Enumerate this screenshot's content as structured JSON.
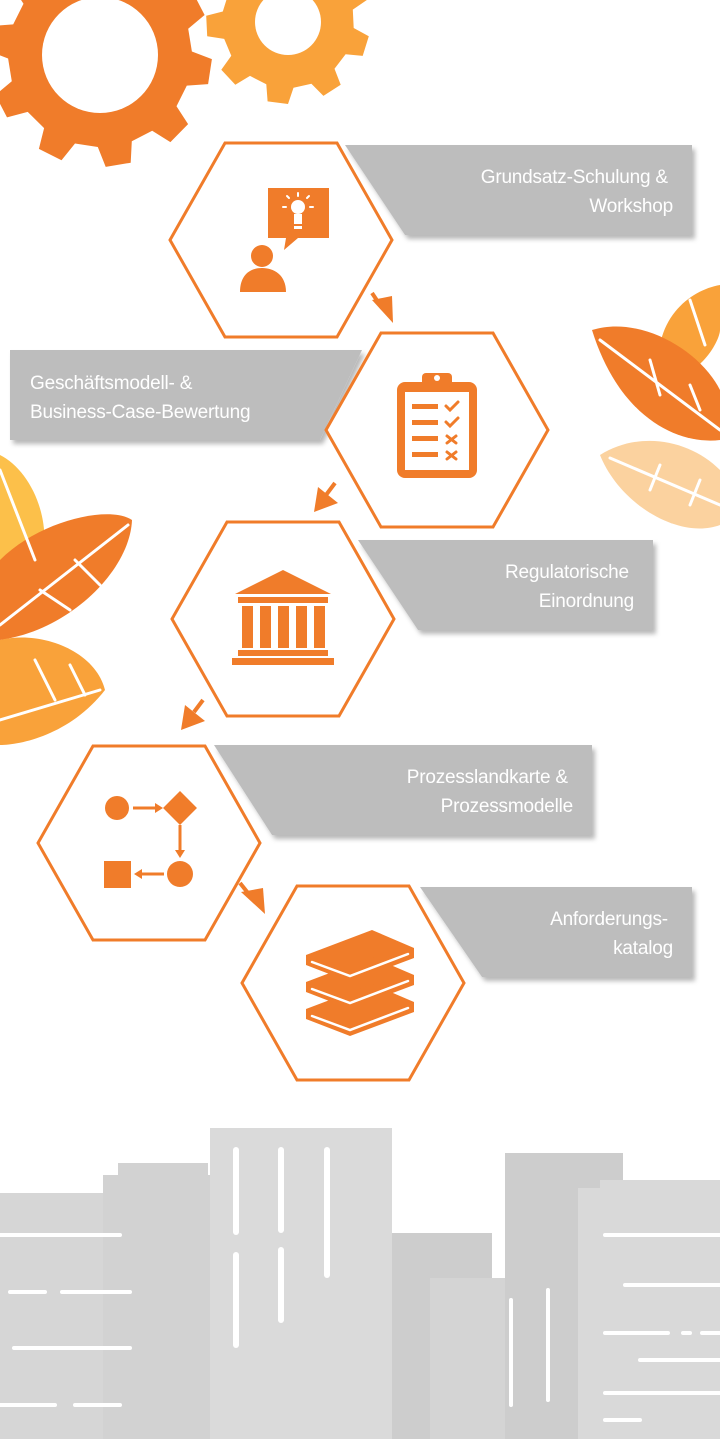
{
  "steps": [
    {
      "id": "step-1",
      "icon": "idea-person-icon",
      "label_lines": [
        "Grundsatz-Schulung  &",
        "Workshop"
      ]
    },
    {
      "id": "step-2",
      "icon": "clipboard-checklist-icon",
      "label_lines": [
        "Geschäftsmodell- &",
        "Business-Case-Bewertung"
      ]
    },
    {
      "id": "step-3",
      "icon": "bank-building-icon",
      "label_lines": [
        "Regulatorische",
        "Einordnung"
      ]
    },
    {
      "id": "step-4",
      "icon": "process-flow-icon",
      "label_lines": [
        "Prozesslandkarte &",
        "Prozessmodelle"
      ]
    },
    {
      "id": "step-5",
      "icon": "books-stack-icon",
      "label_lines": [
        "Anforderungs-",
        "katalog"
      ]
    }
  ],
  "colors": {
    "orange": "#F07C2A",
    "orange_light": "#F9A23A",
    "yellow": "#FCC04A",
    "peach": "#FBD29F",
    "gray_banner": "#BDBDBD",
    "gray_city": "#D6D6D6",
    "gray_city_dark": "#C9C9C9"
  }
}
